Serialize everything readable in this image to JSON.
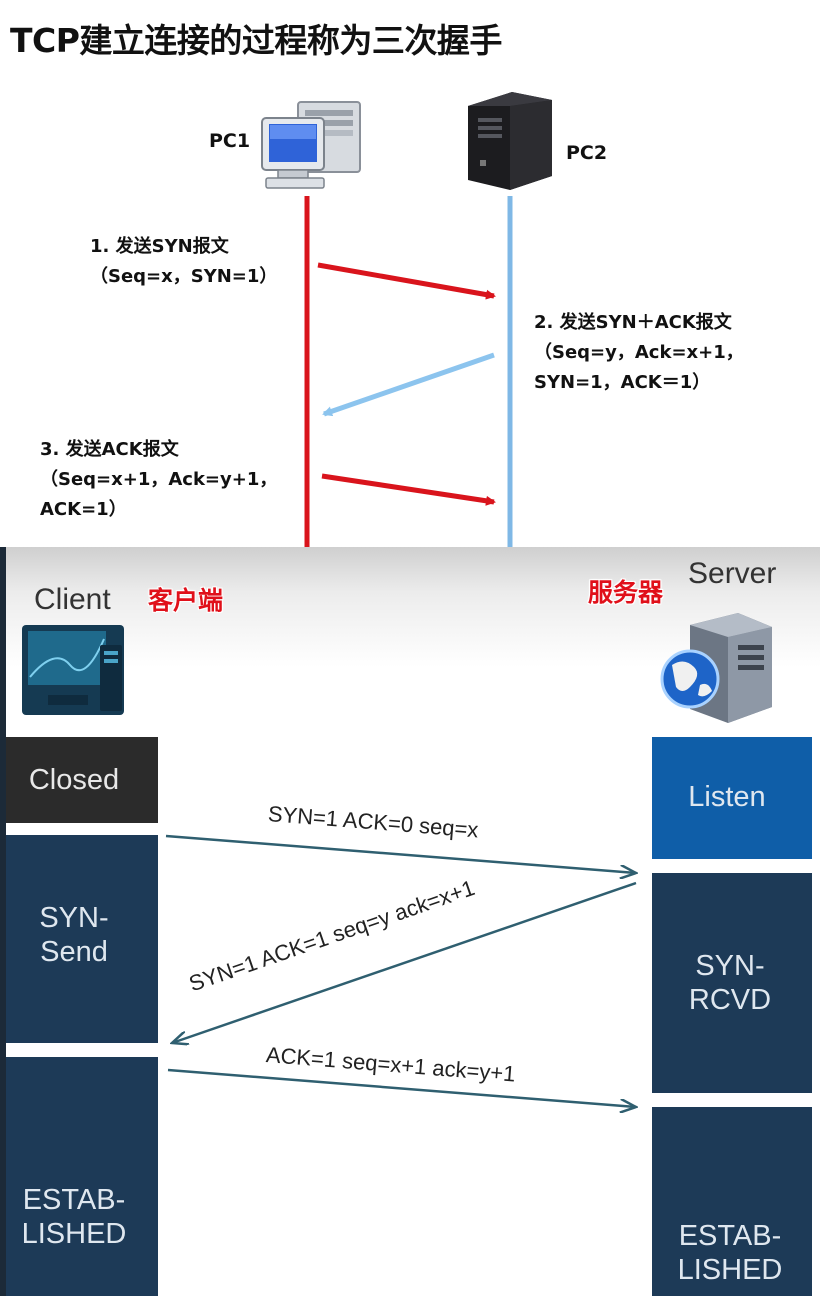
{
  "top": {
    "title": "TCP建立连接的过程称为三次握手",
    "pc1_label": "PC1",
    "pc2_label": "PC2",
    "step1_line1": "1. 发送SYN报文",
    "step1_line2": "（Seq=x，SYN=1）",
    "step2_line1": "2. 发送SYN＋ACK报文",
    "step2_line2": "（Seq=y，Ack=x+1，",
    "step2_line3": "SYN=1，ACK＝1）",
    "step3_line1": "3. 发送ACK报文",
    "step3_line2": "（Seq=x+1，Ack=y+1，",
    "step3_line3": "ACK=1）",
    "colors": {
      "pc1_line": "#d9141c",
      "pc2_line": "#7fb8e6",
      "return_arrow": "#8cc4ee"
    }
  },
  "bottom": {
    "client_label": "Client",
    "client_cn": "客户端",
    "server_label": "Server",
    "server_cn": "服务器",
    "client_states": {
      "closed": "Closed",
      "syn_send_l1": "SYN-",
      "syn_send_l2": "Send",
      "established_l1": "ESTAB-",
      "established_l2": "LISHED"
    },
    "server_states": {
      "listen": "Listen",
      "syn_rcvd_l1": "SYN-",
      "syn_rcvd_l2": "RCVD",
      "established_l1": "ESTAB-",
      "established_l2": "LISHED"
    },
    "messages": {
      "m1": "SYN=1 ACK=0 seq=x",
      "m2": "SYN=1 ACK=1 seq=y ack=x+1",
      "m3": "ACK=1 seq=x+1 ack=y+1"
    },
    "colors": {
      "state_dark": "#1d3a57",
      "closed": "#2b2b2b",
      "listen": "#0f5ea8",
      "arrow": "#2f5f70",
      "cn_text": "#e0101a"
    }
  }
}
